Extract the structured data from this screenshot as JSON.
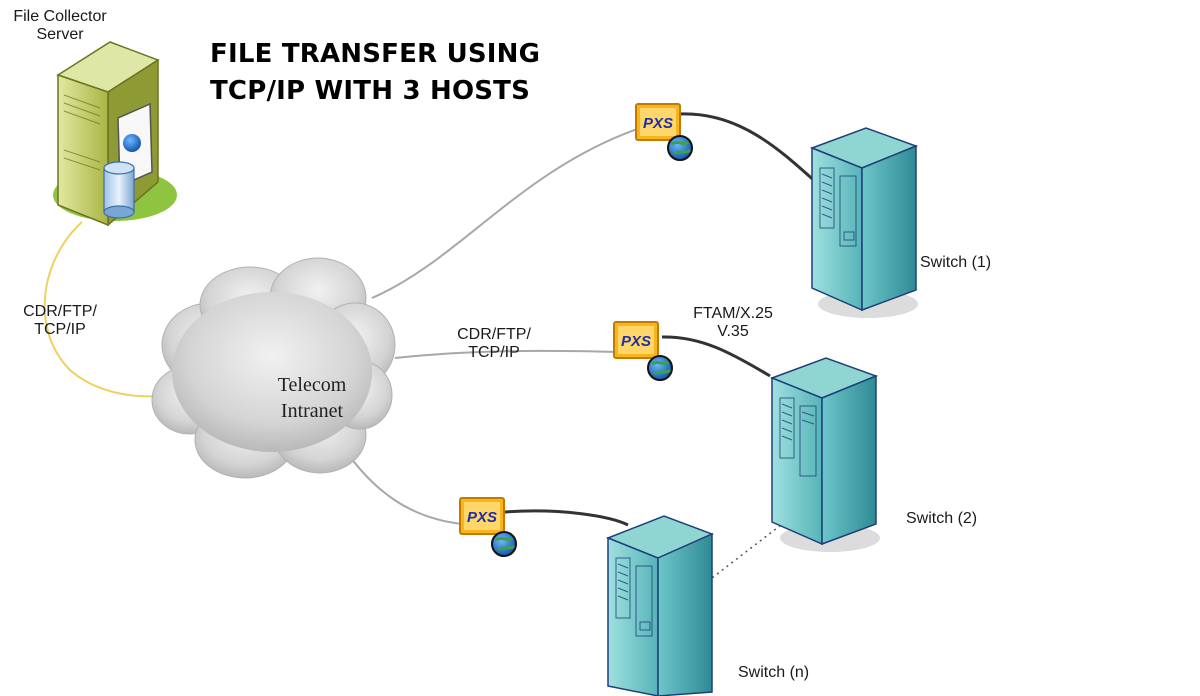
{
  "title": {
    "line1": "FILE TRANSFER USING",
    "line2": "TCP/IP WITH 3 HOSTS"
  },
  "server": {
    "label_line1": "File Collector",
    "label_line2": "Server"
  },
  "cloud": {
    "label_line1": "Telecom",
    "label_line2": "Intranet"
  },
  "left_link": {
    "label_line1": "CDR/FTP/",
    "label_line2": "TCP/IP"
  },
  "middle_link": {
    "label_line1": "CDR/FTP/",
    "label_line2": "TCP/IP"
  },
  "ftam": {
    "label_line1": "FTAM/X.25",
    "label_line2": "V.35"
  },
  "pxs": {
    "label": "PXS"
  },
  "switches": [
    {
      "label": "Switch (1)"
    },
    {
      "label": "Switch (2)"
    },
    {
      "label": "Switch (n)"
    }
  ],
  "colors": {
    "server_body": "#b9c763",
    "server_base": "#8fc441",
    "switch_body": "#3e9aa3",
    "switch_edge": "#1f3f7a",
    "pxs_box": "#f6b51a",
    "cloud": "#d6d6d6",
    "server_link": "#f0d060",
    "link": "#9a9a9a"
  },
  "icons": [
    "server-icon",
    "database-icon",
    "globe-icon",
    "cloud-icon",
    "pxs-adapter-icon",
    "switch-cabinet-icon"
  ]
}
